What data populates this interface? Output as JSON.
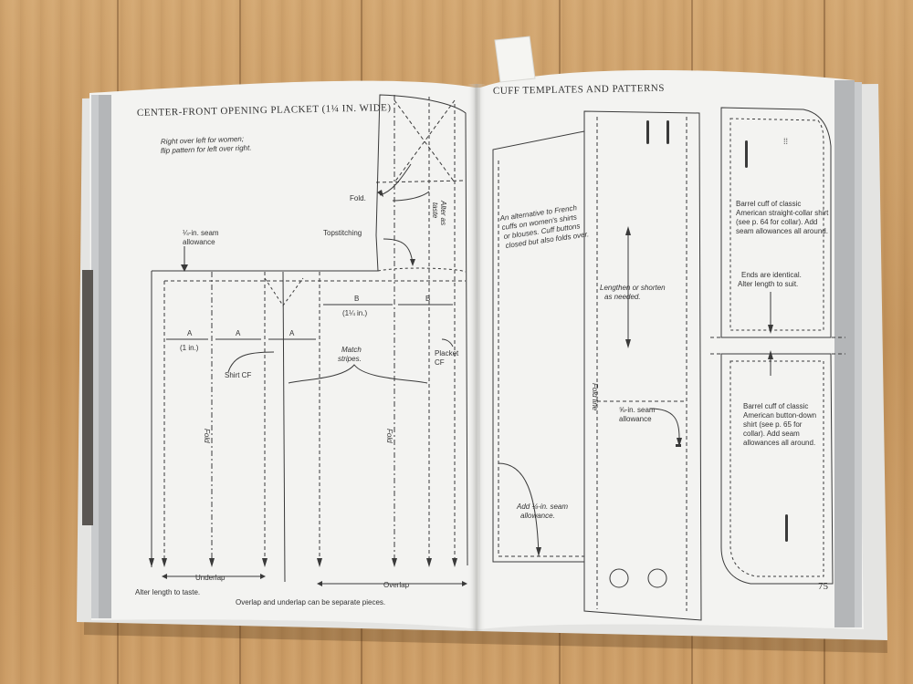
{
  "left_page": {
    "heading": "CENTER-FRONT OPENING PLACKET (1¼ IN. WIDE)",
    "note_line1": "Right over left for women;",
    "note_line2": "flip pattern for left over right.",
    "fold_top": "Fold.",
    "seam_line1": "¼-in. seam",
    "seam_line2": "allowance",
    "topstitching": "Topstitching",
    "alter_line1": "Alter as",
    "alter_line2": "taste",
    "dim_a1": "A",
    "dim_a_value": "(1 in.)",
    "dim_a2": "A",
    "dim_a3": "A",
    "dim_b1": "B",
    "dim_b_value": "(1¼ in.)",
    "dim_b2": "B",
    "shirt_cf": "Shirt CF",
    "match_line1": "Match",
    "match_line2": "stripes.",
    "placket_line1": "Placket",
    "placket_line2": "CF",
    "fold_left": "Fold",
    "fold_right": "Fold",
    "underlap": "Underlap",
    "overlap": "Overlap",
    "alter_length": "Alter length to taste.",
    "footer": "Overlap and underlap can be separate pieces."
  },
  "right_page": {
    "heading": "CUFF TEMPLATES AND PATTERNS",
    "alt_line1": "An alternative to French",
    "alt_line2": "cuffs on women's shirts",
    "alt_line3": "or blouses. Cuff buttons",
    "alt_line4": "closed but also folds over.",
    "lengthen_line1": "Lengthen or shorten",
    "lengthen_line2": "as needed.",
    "fold_line": "Fold line",
    "seam_line1": "⅝-in. seam",
    "seam_line2": "allowance",
    "add_seam_line1": "Add ¼-in. seam",
    "add_seam_line2": "allowance.",
    "barrel1_line1": "Barrel cuff of classic",
    "barrel1_line2": "American straight-collar shirt",
    "barrel1_line3": "(see p. 64 for collar). Add",
    "barrel1_line4": "seam allowances all around.",
    "ends_line1": "Ends are identical.",
    "ends_line2": "Alter length to suit.",
    "barrel2_line1": "Barrel cuff of classic",
    "barrel2_line2": "American button-down",
    "barrel2_line3": "shirt (see p. 65 for",
    "barrel2_line4": "collar). Add seam",
    "barrel2_line5": "allowances all around.",
    "page_number": "75"
  },
  "colors": {
    "paper": "#f3f3f1",
    "ink": "#3a3a3a",
    "gray_band": "#b4b6b8",
    "wood": "#c79a63"
  }
}
